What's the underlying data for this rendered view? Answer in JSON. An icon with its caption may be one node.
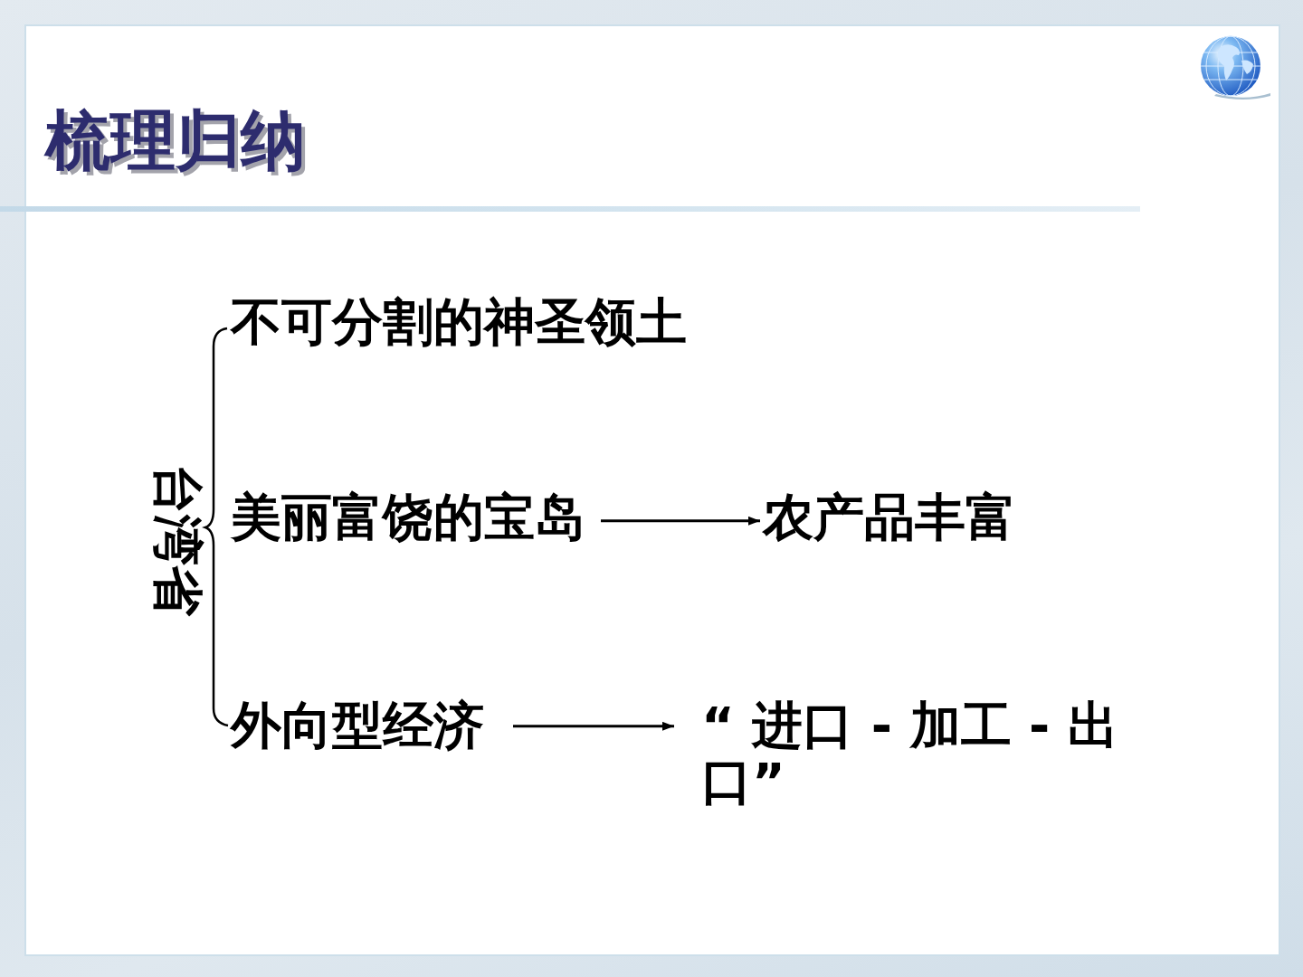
{
  "diagram": {
    "title": "梳理归纳",
    "nodes": [
      {
        "text": [
          "台湾省"
        ]
      },
      {
        "text": [
          "不可分割的神圣领土"
        ]
      },
      {
        "text": [
          "美丽富饶的宝岛"
        ]
      },
      {
        "text": [
          "农产品丰富"
        ]
      },
      {
        "text": [
          "外向型经济"
        ]
      },
      {
        "text": [
          "“ 进口 - 加工 - 出口”"
        ]
      }
    ],
    "edges": [
      {
        "from": 2,
        "to": 3,
        "arrow": "to"
      },
      {
        "from": 4,
        "to": 5,
        "arrow": "to"
      }
    ]
  }
}
